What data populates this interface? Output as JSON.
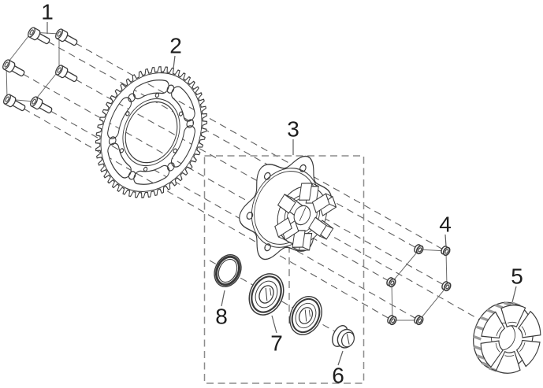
{
  "diagram": {
    "callouts": [
      {
        "label": "1"
      },
      {
        "label": "2"
      },
      {
        "label": "3"
      },
      {
        "label": "4"
      },
      {
        "label": "5"
      },
      {
        "label": "6"
      },
      {
        "label": "7"
      },
      {
        "label": "8"
      }
    ],
    "style": {
      "background": "#ffffff",
      "part_line_color": "#3a3a3a",
      "axis_line_color": "#5f5f5f",
      "box_line_color": "#8c8c8c",
      "connector_color": "#6a6a6a",
      "label_color": "#1d1d1d",
      "stripe_color": "#9a9a9a"
    }
  }
}
